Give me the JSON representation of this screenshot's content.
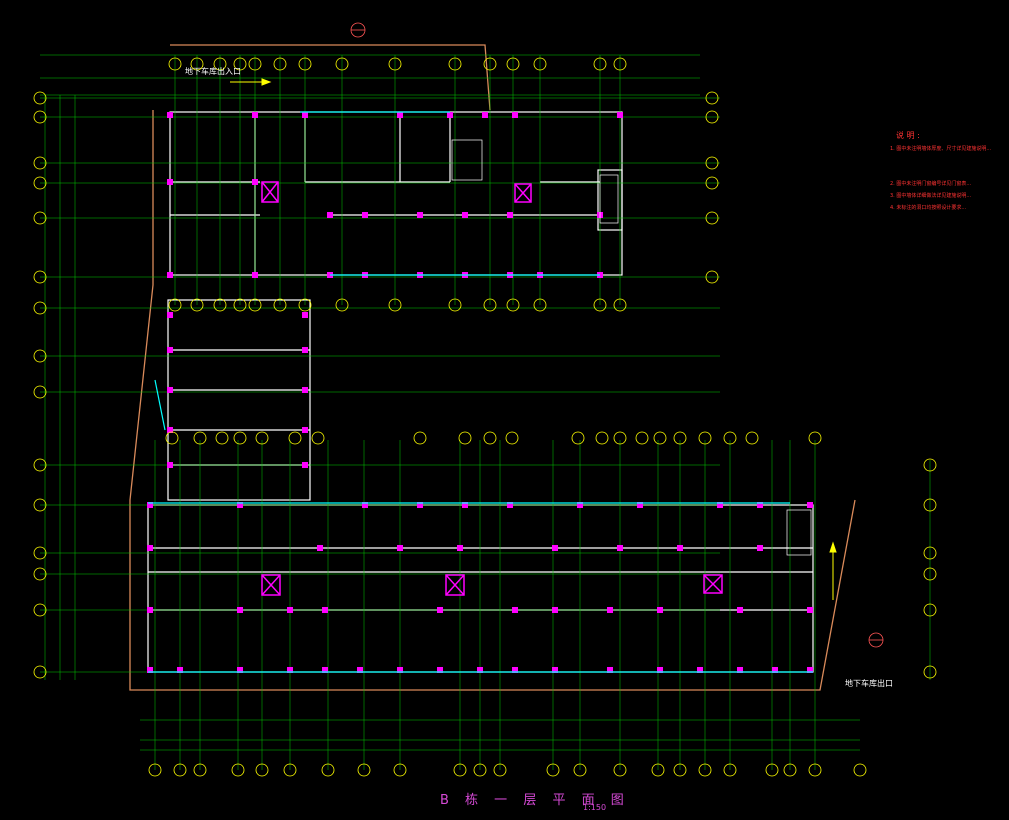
{
  "drawing": {
    "title": "B 栋 一 层 平 面 图",
    "scale": "1:150",
    "notes_heading": "说 明 :",
    "notes": [
      "1. 图中未注明墙体厚度、尺寸详见建施说明...",
      "2. 图中未注明门窗编号详见门窗表...",
      "3. 图中墙体详细做法详见建施说明...",
      "4. 未标注的洞口均按照设计要求..."
    ],
    "entry_top": "地下车库出入口",
    "entry_bottom": "地下车库出口",
    "colors": {
      "background": "#000000",
      "grid_line": "#00ff00",
      "wall": "#ffffff",
      "column": "#ff00ff",
      "dimension": "#00ff00",
      "outline": "#d98a5a",
      "window": "#00ffff",
      "text": "#ffff00"
    }
  }
}
